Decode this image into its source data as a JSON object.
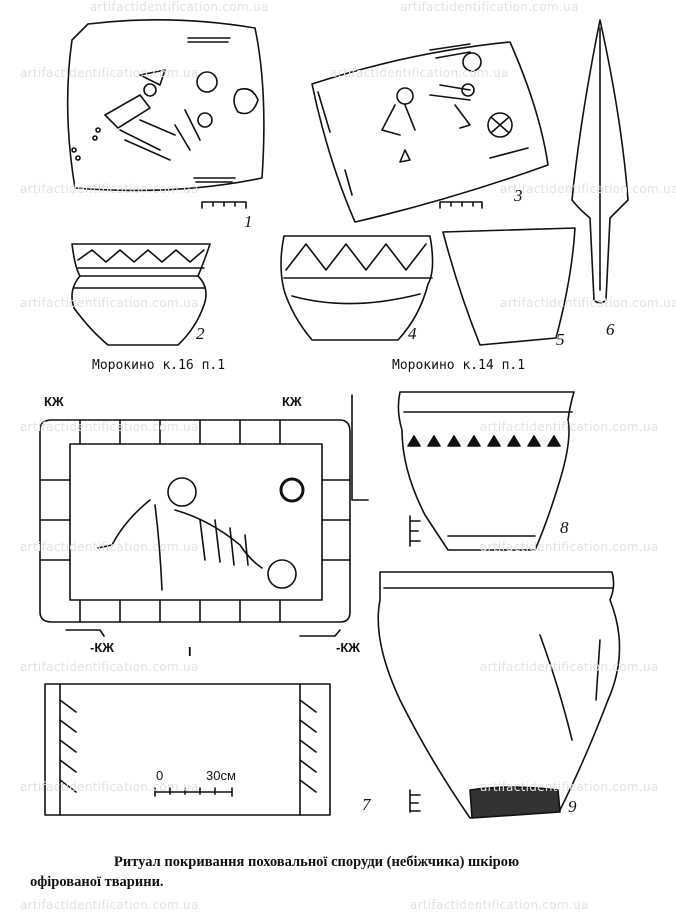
{
  "watermark": "artifactidentification.com.ua",
  "figure_numbers": [
    "1",
    "2",
    "3",
    "4",
    "5",
    "6",
    "7",
    "8",
    "9"
  ],
  "captions": {
    "left_group": "Морокино к.16 п.1",
    "right_group": "Морокино к.14 п.1"
  },
  "grave_labels": {
    "kzh": "КЖ",
    "section_mark": "I",
    "kzh_bottom_left": "-КЖ",
    "kzh_bottom_right": "-КЖ"
  },
  "scale_bar": {
    "start": "0",
    "end": "30см"
  },
  "footer_caption": {
    "line1": "Ритуал покривання поховальної споруди (небіжчика) шкірою",
    "line2": "офірованої тварини."
  }
}
